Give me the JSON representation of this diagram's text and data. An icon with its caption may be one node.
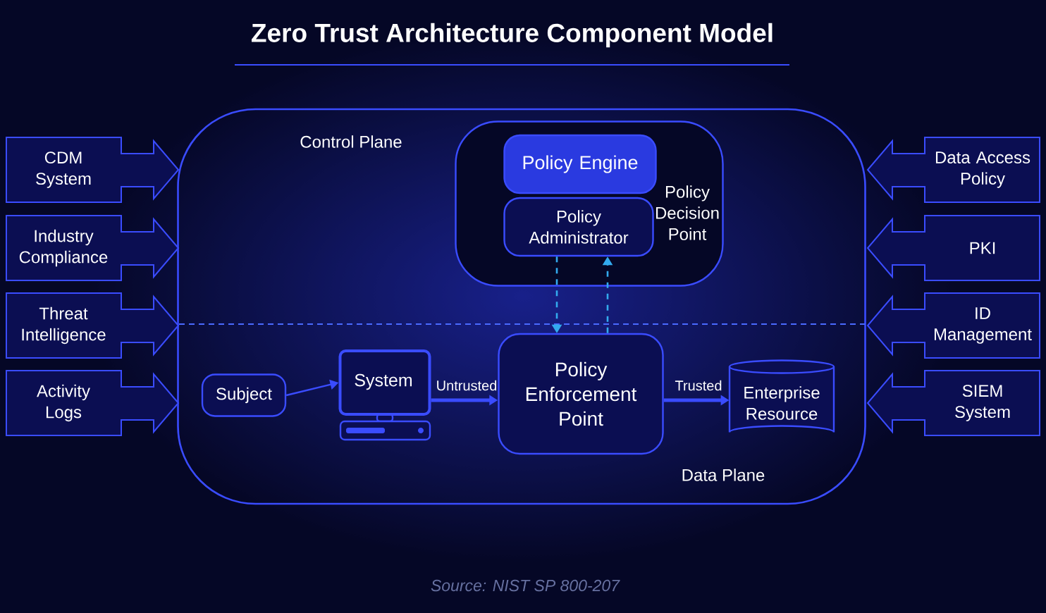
{
  "diagram": {
    "title": "Zero Trust Architecture Component Model",
    "caption": "Source: NIST SP 800-207",
    "nodes": [
      {
        "text": [
          "Control Plane",
          "Data Plane"
        ]
      },
      {
        "text": [
          "Policy Decision Point"
        ],
        "in": 0
      },
      {
        "text": [
          "Policy Engine"
        ],
        "in": 1
      },
      {
        "text": [
          "Policy Administrator"
        ],
        "in": 1
      },
      {
        "text": [
          "Subject"
        ],
        "in": 0
      },
      {
        "text": [
          "System"
        ],
        "in": 0
      },
      {
        "text": [
          "Policy Enforcement Point"
        ],
        "in": 0
      },
      {
        "text": [
          "Enterprise Resource"
        ],
        "in": 0
      },
      {
        "text": [
          "CDM System"
        ]
      },
      {
        "text": [
          "Industry Compliance"
        ]
      },
      {
        "text": [
          "Threat Intelligence"
        ]
      },
      {
        "text": [
          "Activity Logs"
        ]
      },
      {
        "text": [
          "Data Access Policy"
        ]
      },
      {
        "text": [
          "PKI"
        ]
      },
      {
        "text": [
          "ID Management"
        ]
      },
      {
        "text": [
          "SIEM System"
        ]
      }
    ],
    "edges": [
      {
        "from": 3,
        "to": 6,
        "arrow": "to",
        "style": "dashed",
        "color": "#33aaee"
      },
      {
        "from": 6,
        "to": 3,
        "arrow": "to",
        "style": "dashed",
        "color": "#33aaee"
      },
      {
        "from": 4,
        "to": 5,
        "arrow": "to"
      },
      {
        "from": 5,
        "to": 6,
        "arrow": "to",
        "label": "Untrusted",
        "style": "thick"
      },
      {
        "from": 6,
        "to": 7,
        "arrow": "to",
        "label": "Trusted",
        "style": "thick"
      }
    ]
  }
}
